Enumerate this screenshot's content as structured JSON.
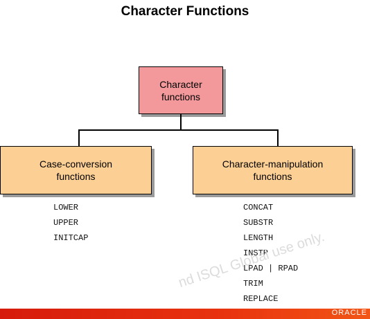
{
  "title": "Character Functions",
  "root": {
    "line1": "Character",
    "line2": "functions"
  },
  "left": {
    "line1": "Case-conversion",
    "line2": "functions",
    "items": [
      "LOWER",
      "UPPER",
      "INITCAP"
    ]
  },
  "right": {
    "line1": "Character-manipulation",
    "line2": "functions",
    "items": [
      "CONCAT",
      "SUBSTR",
      "LENGTH",
      "INSTR",
      "LPAD | RPAD",
      "TRIM",
      "REPLACE"
    ]
  },
  "watermark": "nd ISQL Global use only.",
  "footer": {
    "logo": "ORACLE"
  },
  "colors": {
    "root_box": "#f3999b",
    "child_box": "#fccf94",
    "footer": "#e8330f"
  }
}
